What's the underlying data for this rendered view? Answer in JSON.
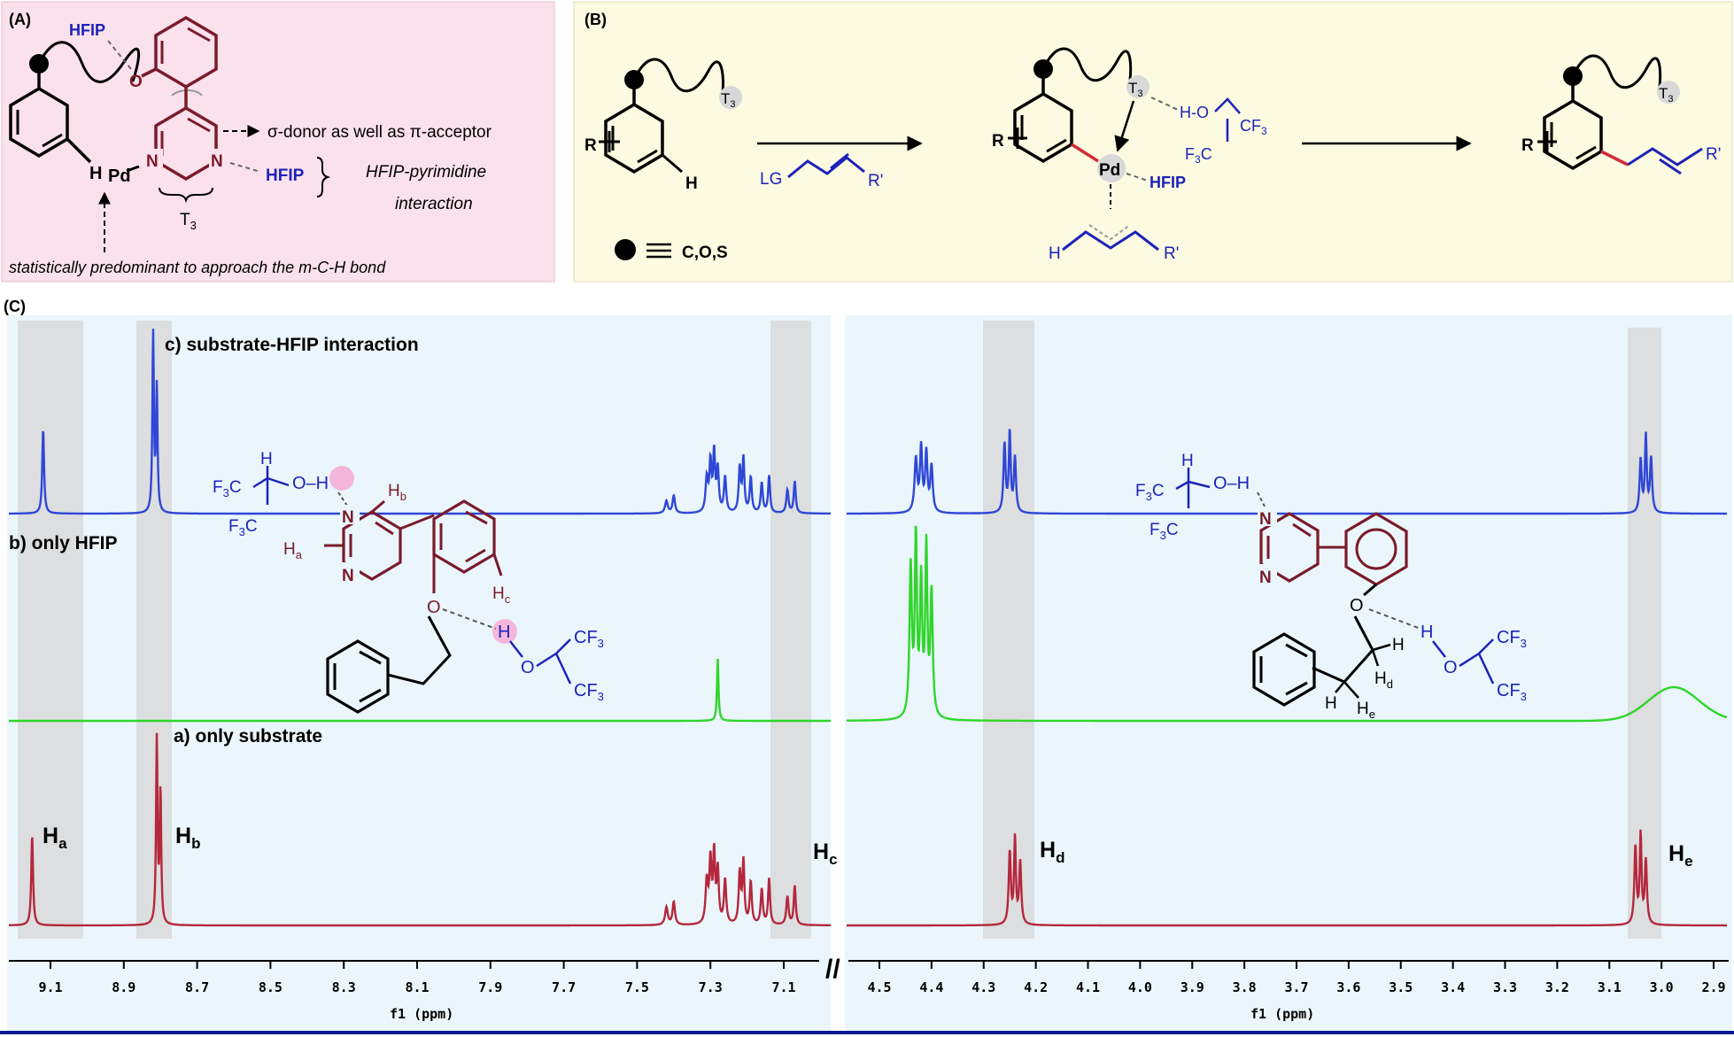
{
  "colors": {
    "panel_a_bg": "#fbe1ec",
    "panel_b_bg": "#fcfae0",
    "panel_c_bg": "#eaf6fc",
    "shade": "#d9d9d9",
    "blue_spec": "#2f47d6",
    "green_spec": "#2fd52a",
    "red_spec": "#b5273c",
    "hfip_blue": "#1d23b8",
    "pyr_maroon": "#7a1b2a",
    "axis_line": "#0b1a8c",
    "highlight": "#f5b6dc",
    "bond_red": "#d22a3a"
  },
  "panel_a": {
    "label": "(A)",
    "hfip_top": "HFIP",
    "hfip_right": "HFIP",
    "pd": "Pd",
    "h": "H",
    "o": "O",
    "n1": "N",
    "n2": "N",
    "t3": "T",
    "t3_sub": "3",
    "donor_note": "σ-donor as well as π-acceptor",
    "interaction_line1": "HFIP-pyrimidine",
    "interaction_line2": "interaction",
    "bottom_note": "statistically predominant to approach the m-C-H bond"
  },
  "panel_b": {
    "label": "(B)",
    "t3": "T",
    "t3_sub": "3",
    "r": "R",
    "h": "H",
    "lg": "LG",
    "r_prime": "R'",
    "pd": "Pd",
    "hfip": "HFIP",
    "ho": "H-O",
    "cf3": "CF",
    "cf3_sub": "3",
    "f3c": "F",
    "f3c_mid": "3",
    "f3c_end": "C",
    "legend_atoms": "C,O,S"
  },
  "panel_c": {
    "label": "(C)",
    "trace_c_label": "c) substrate-HFIP interaction",
    "trace_b_label": "b) only HFIP",
    "trace_a_label": "a) only substrate",
    "ha": "H",
    "ha_sub": "a",
    "hb": "H",
    "hb_sub": "b",
    "hc": "H",
    "hc_sub": "c",
    "hd": "H",
    "hd_sub": "d",
    "he": "H",
    "he_sub": "e",
    "mol_left": {
      "f3c": "F",
      "three": "3",
      "c": "C",
      "h": "H",
      "o": "O",
      "oh": "O–H",
      "n": "N",
      "hb": "H",
      "hb_sub": "b",
      "ha": "H",
      "ha_sub": "a",
      "hc": "H",
      "hc_sub": "c",
      "cf3": "CF",
      "cf3_sub": "3"
    },
    "mol_right": {
      "f3c": "F",
      "three": "3",
      "c": "C",
      "h": "H",
      "oh": "O–H",
      "n": "N",
      "o": "O",
      "hd": "H",
      "hd_sub": "d",
      "he": "H",
      "he_sub": "e",
      "cf3": "CF",
      "cf3_sub": "3"
    },
    "axis_left_ticks": [
      "9.1",
      "8.9",
      "8.7",
      "8.5",
      "8.3",
      "8.1",
      "7.9",
      "7.7",
      "7.5",
      "7.3",
      "7.1"
    ],
    "axis_right_ticks": [
      "4.5",
      "4.4",
      "4.3",
      "4.2",
      "4.1",
      "4.0",
      "3.9",
      "3.8",
      "3.7",
      "3.6",
      "3.5",
      "3.4",
      "3.3",
      "3.2",
      "3.1",
      "3.0",
      "2.9"
    ],
    "axis_unit": "f1 (ppm)"
  }
}
